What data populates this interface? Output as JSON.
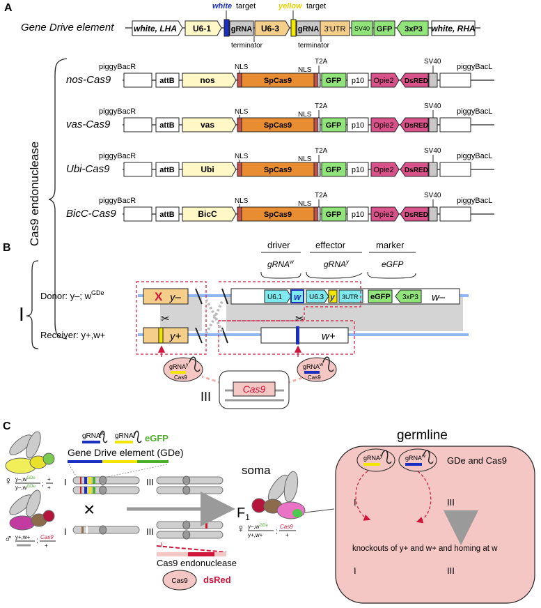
{
  "panel_a": {
    "letter": "A",
    "gene_drive": {
      "label": "Gene Drive element",
      "lha": "white, LHA",
      "u61": "U6-1",
      "grna1": "gRNA",
      "u63": "U6-3",
      "grna2": "gRNA",
      "utr": "3'UTR",
      "sv40": "SV40",
      "gfp": "GFP",
      "p3xp3": "3xP3",
      "rha": "white, RHA",
      "white_word": "white",
      "yellow_word": "yellow",
      "target_word": "target",
      "terminator": "terminator"
    },
    "cas9_group_label": "Cas9  endonuclease",
    "constructs": [
      {
        "name": "nos-Cas9",
        "promoter": "nos"
      },
      {
        "name": "vas-Cas9",
        "promoter": "vas"
      },
      {
        "name": "Ubi-Cas9",
        "promoter": "Ubi"
      },
      {
        "name": "BicC-Cas9",
        "promoter": "BicC"
      }
    ],
    "parts": {
      "piggybacR": "piggyBacR",
      "piggybacL": "piggyBacL",
      "attb": "attB",
      "nls": "NLS",
      "t2a": "T2A",
      "spcas9": "SpCas9",
      "gfp": "GFP",
      "p10": "p10",
      "opie2": "Opie2",
      "dsred": "DsRED",
      "sv40": "SV40"
    }
  },
  "panel_b": {
    "letter": "B",
    "driver": "driver",
    "effector": "effector",
    "marker": "marker",
    "grna_w": "gRNA",
    "grna_w_sup": "w",
    "grna_y": "gRNA",
    "grna_y_sup": "y",
    "egfp_italic": "eGFP",
    "donor": "Donor: y–; w",
    "donor_sup": "GDe",
    "receiver": "Receiver: y+,w+",
    "chrom_I": "I",
    "chrom_III": "III",
    "x_mark": "X",
    "y_minus": "y–",
    "y_plus": "y+",
    "u61": "U6.1",
    "w": "w",
    "u63": "U6.3",
    "y": "y",
    "utr": "3UTR",
    "egfp": "eGFP",
    "p3xp3": "3xP3",
    "w_minus": "w–",
    "w_plus": "w+",
    "cas9": "Cas9",
    "bubble_grna_y": "gRNA",
    "bubble_grna_y_sup": "y",
    "bubble_grna_w": "gRNA",
    "bubble_grna_w_sup": "w",
    "bubble_cas9": "Cas9"
  },
  "panel_c": {
    "letter": "C",
    "grna_w": "gRNA",
    "grna_w_sup": "w",
    "grna_y": "gRNA",
    "grna_y_sup": "y",
    "egfp": "eGFP",
    "gde": "Gene Drive element (GDe)",
    "female_geno_top": "y–,w",
    "female_geno_sup": "GDe",
    "female_geno_bot": "y–,w",
    "female_geno_bot_sup": "GDe",
    "female_plus_top": "+",
    "female_plus_bot": "+",
    "male_geno": "y+,w+",
    "male_cas9": "Cas9",
    "male_plus": "+",
    "cross": "×",
    "chrom_I": "I",
    "chrom_III": "III",
    "cas9_endo": "Cas9 endonuclease",
    "cas9": "Cas9",
    "dsred": "dsRed",
    "soma": "soma",
    "f1": "F",
    "f1_sub": "1",
    "f1_geno_top": "y–,w",
    "f1_geno_sup": "GDe",
    "f1_geno_bot": "y+,w+",
    "f1_cas9": "Cas9",
    "f1_plus": "+",
    "germline": "germline",
    "gde_cas9": "GDe and Cas9",
    "knockouts": "knockouts of y+ and w+ and homing at w",
    "g_grna_y": "gRNA",
    "g_grna_y_sup": "y",
    "g_grna_w": "gRNA",
    "g_grna_w_sup": "w"
  },
  "colors": {
    "white_blue": "#1a2fbf",
    "yellow_target": "#f2e600",
    "grey": "#c8c8c8",
    "cream": "#fff7c6",
    "tan": "#f5cf8a",
    "orange": "#e98d33",
    "green": "#90e47a",
    "magenta": "#d9528a",
    "pink": "#f4c6c4",
    "cyan": "#7de9ec",
    "red": "#cc1a2a"
  }
}
